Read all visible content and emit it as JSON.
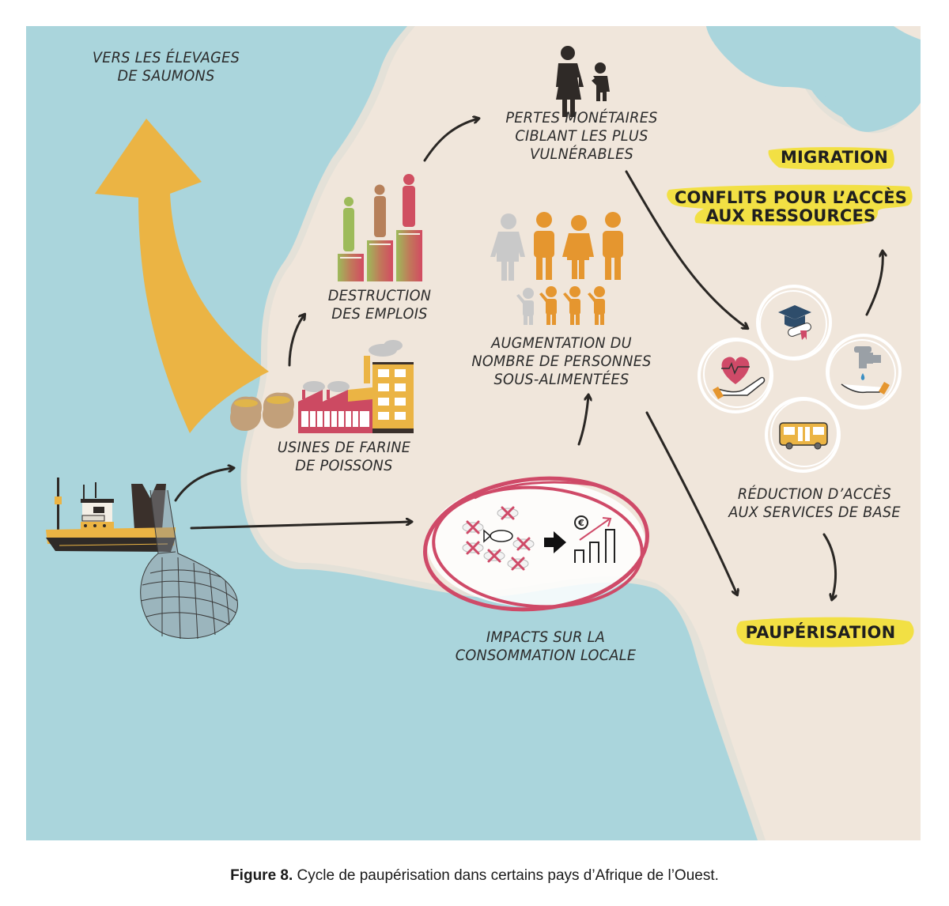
{
  "colors": {
    "sea": "#aad5dc",
    "land": "#f0e6db",
    "shore": "#e4e1d8",
    "salmon_arrow": "#ebb444",
    "arrow": "#2a2724",
    "highlight": "#f1df3c",
    "impact_ring": "#cf4a68",
    "hunger_orange": "#e5962f",
    "hunger_grey": "#c9c9c9",
    "jobs_green": "#9dbb5a",
    "jobs_red": "#d34a62",
    "factory_red": "#cc4a62",
    "factory_yellow": "#ebb444"
  },
  "labels": {
    "salmon": [
      "VERS LES ÉLEVAGES",
      "DE SAUMONS"
    ],
    "money_loss": [
      "PERTES MONÉTAIRES",
      "CIBLANT LES PLUS",
      "VULNÉRABLES"
    ],
    "jobs": [
      "DESTRUCTION",
      "DES EMPLOIS"
    ],
    "hunger": [
      "AUGMENTATION DU",
      "NOMBRE DE PERSONNES",
      "SOUS-ALIMENTÉES"
    ],
    "factory": [
      "USINES DE FARINE",
      "DE POISSONS"
    ],
    "impacts": [
      "IMPACTS SUR LA",
      "CONSOMMATION LOCALE"
    ],
    "services": [
      "RÉDUCTION D’ACCÈS",
      "AUX SERVICES DE BASE"
    ]
  },
  "outcomes": {
    "migration": "MIGRATION",
    "conflicts": [
      "CONFLITS POUR L’ACCÈS",
      "AUX RESSOURCES"
    ],
    "pauperisation": "PAUPÉRISATION"
  },
  "icons": {
    "money_loss": "mother-child-icon",
    "jobs": "podium-people-icon",
    "hunger": "family-group-icon",
    "factory": "fishmeal-factory-icon",
    "sacks": "meal-sacks-icon",
    "boat": "trawler-icon",
    "net": "fishing-net-icon",
    "impacts_fish": "crossed-fish-icon",
    "impacts_price": "euro-price-rise-icon",
    "services": [
      "education-icon",
      "health-icon",
      "water-icon",
      "transport-icon"
    ]
  },
  "hunger_counts": {
    "adults_total": 4,
    "adults_affected": 3,
    "children_total": 4,
    "children_affected": 3
  },
  "caption": {
    "figure": "Figure 8.",
    "text": " Cycle de paupérisation dans certains pays d’Afrique de l’Ouest."
  }
}
